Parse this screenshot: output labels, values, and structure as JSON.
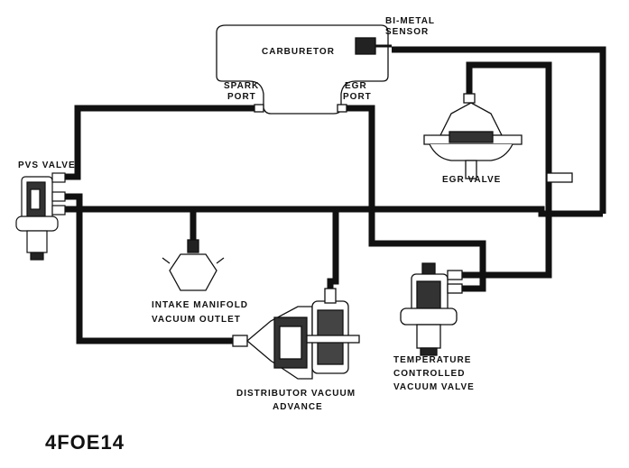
{
  "components": {
    "carburetor": "CARBURETOR",
    "bimetal_sensor_line1": "BI-METAL",
    "bimetal_sensor_line2": "SENSOR",
    "spark_port_line1": "SPARK",
    "spark_port_line2": "PORT",
    "egr_port_line1": "EGR",
    "egr_port_line2": "PORT",
    "pvs_valve": "PVS VALVE",
    "egr_valve": "EGR VALVE",
    "intake_manifold_line1": "INTAKE MANIFOLD",
    "intake_manifold_line2": "VACUUM OUTLET",
    "distributor_line1": "DISTRIBUTOR VACUUM",
    "distributor_line2": "ADVANCE",
    "tcv_line1": "TEMPERATURE",
    "tcv_line2": "CONTROLLED",
    "tcv_line3": "VACUUM VALVE"
  },
  "figure_code": "4FOE14",
  "colors": {
    "ink": "#111111",
    "paper": "#ffffff"
  }
}
